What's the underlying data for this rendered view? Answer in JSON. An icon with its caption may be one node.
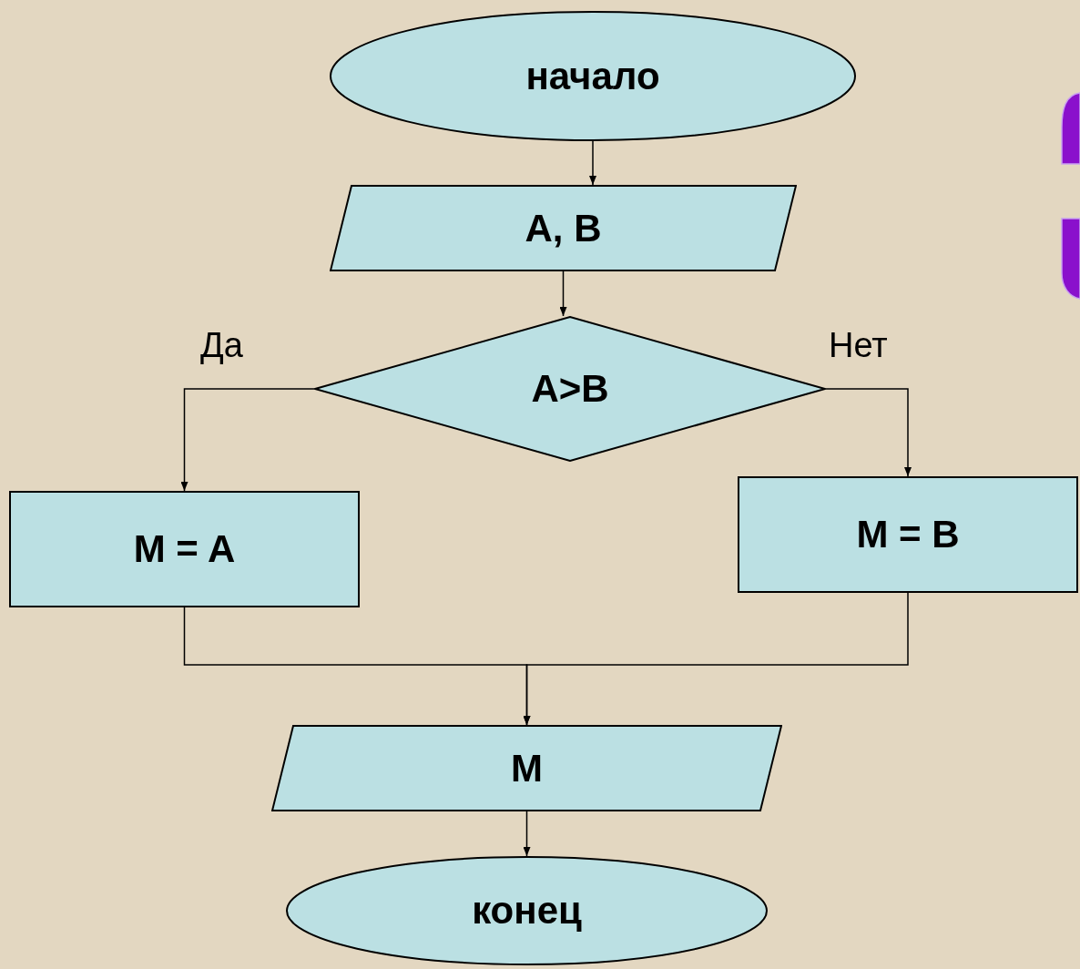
{
  "diagram": {
    "nodes": [
      {
        "text": [
          "начало"
        ]
      },
      {
        "text": [
          "A, B"
        ]
      },
      {
        "text": [
          "A>B"
        ]
      },
      {
        "text": [
          "M = A"
        ]
      },
      {
        "text": [
          "M = B"
        ]
      },
      {
        "text": [
          "M"
        ]
      },
      {
        "text": [
          "конец"
        ]
      }
    ],
    "edges": [
      {
        "from": 0,
        "to": 1,
        "arrow": "to"
      },
      {
        "from": 1,
        "to": 2,
        "arrow": "to"
      },
      {
        "from": 2,
        "to": 3,
        "arrow": "to",
        "label": "Да"
      },
      {
        "from": 2,
        "to": 4,
        "arrow": "to",
        "label": "Нет"
      },
      {
        "from": 3,
        "to": 5,
        "arrow": "to"
      },
      {
        "from": 4,
        "to": 5,
        "arrow": "to"
      },
      {
        "from": 5,
        "to": 6,
        "arrow": "to"
      }
    ]
  }
}
